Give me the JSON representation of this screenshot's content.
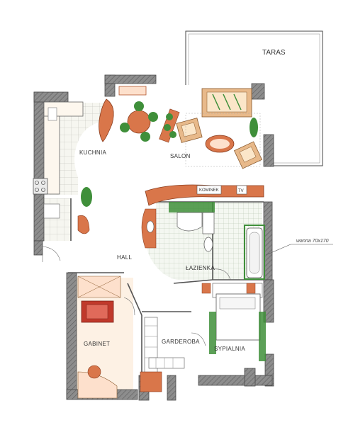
{
  "rooms": {
    "taras": "TARAS",
    "kuchnia": "KUCHNIA",
    "salon": "SALON",
    "hall": "HALL",
    "lazienka": "ŁAZIENKA",
    "gabinet": "GABINET",
    "garderoba": "GARDEROBA",
    "sypialnia": "SYPIALNIA"
  },
  "fixtures": {
    "kominek": "KOMINEK",
    "tv": "TV"
  },
  "annotations": {
    "wanna": "wanna 70x170"
  },
  "colors": {
    "wall": "#8a8a8a",
    "wall_dark": "#555555",
    "floor_tile": "#f4f4ee",
    "wood_floor": "#fde9d8",
    "terracotta": "#d9764a",
    "green": "#3f8f3a",
    "sofa": "#e8b98a",
    "bed_red": "#c0392b"
  }
}
